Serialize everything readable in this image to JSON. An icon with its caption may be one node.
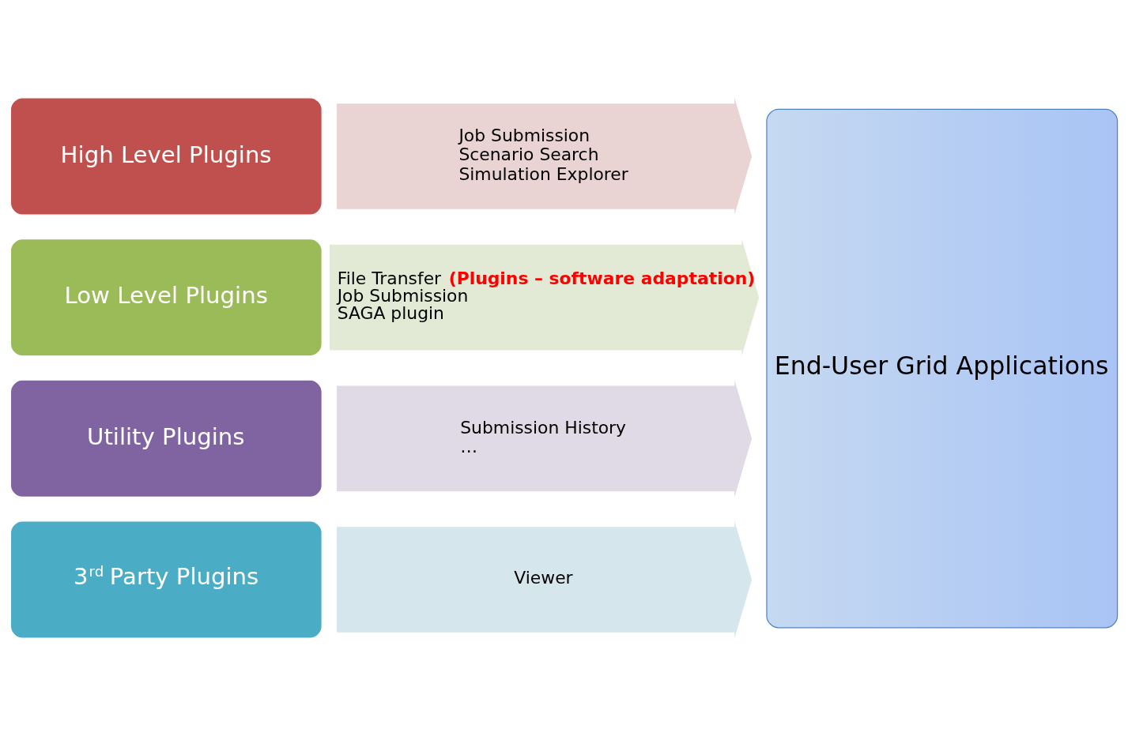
{
  "diagram": {
    "nodes": [
      {
        "text": [
          "High Level Plugins"
        ]
      },
      {
        "text": [
          "Job Submission",
          "Scenario Search",
          "Simulation Explorer"
        ]
      },
      {
        "text": [
          "Low Level Plugins"
        ]
      },
      {
        "text": [
          "File Transfer **(Plugins – software adaptation)**",
          "Job Submission",
          "SAGA plugin"
        ]
      },
      {
        "text": [
          "Utility Plugins"
        ]
      },
      {
        "text": [
          "Submission History",
          "…"
        ]
      },
      {
        "text": [
          "3$^{rd}$ Party Plugins"
        ]
      },
      {
        "text": [
          "Viewer"
        ]
      },
      {
        "text": [
          "End-User Grid Applications"
        ]
      }
    ],
    "edges": []
  }
}
